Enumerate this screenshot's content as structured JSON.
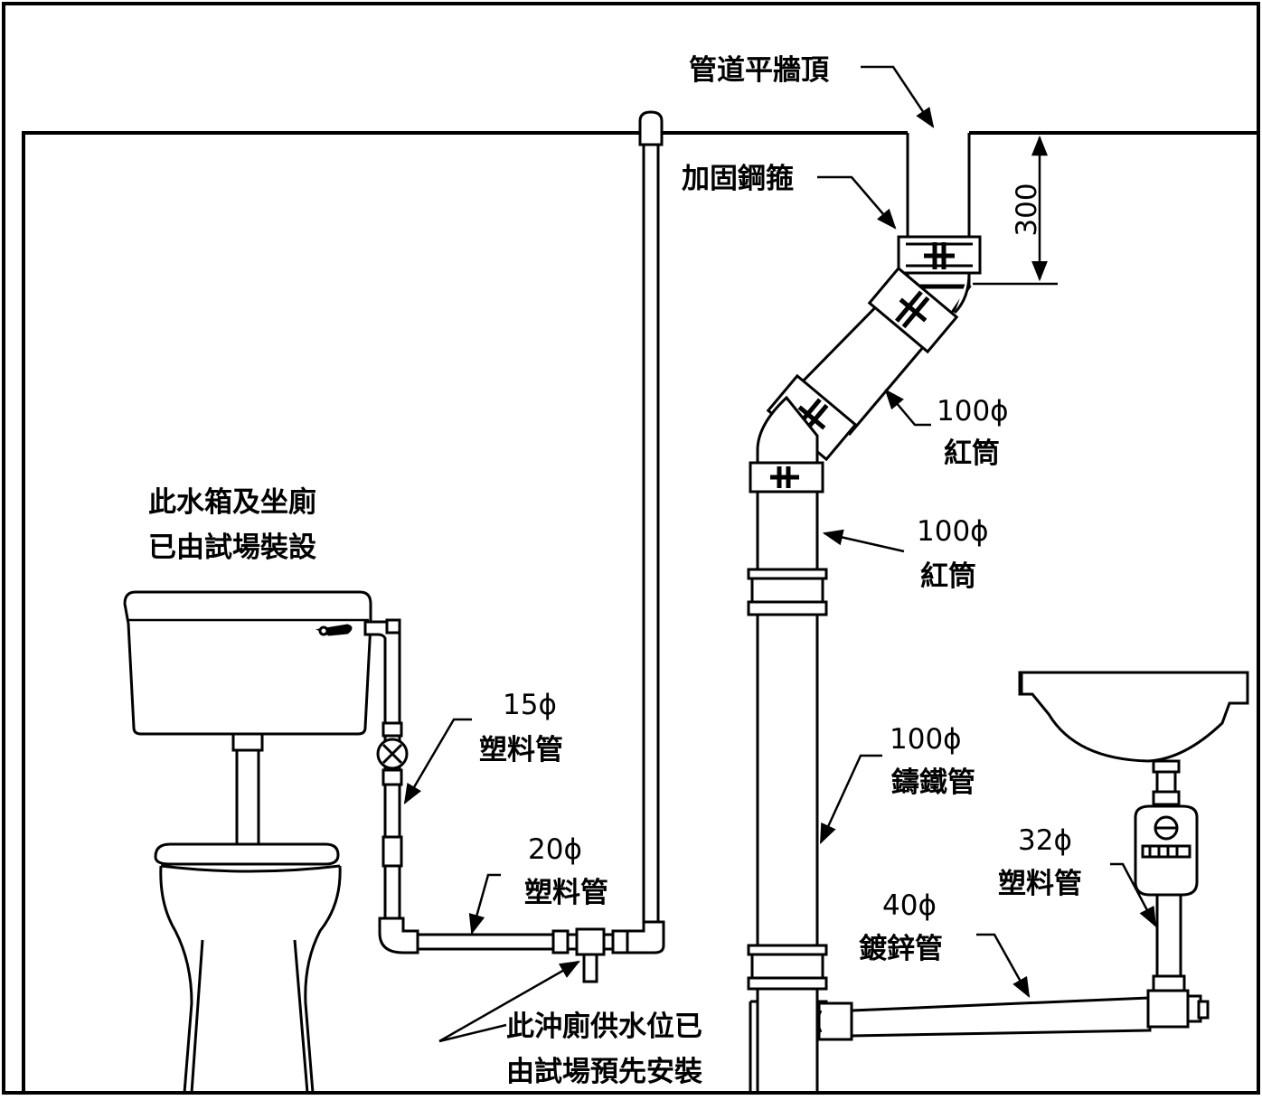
{
  "labels": {
    "wall_top": "管道平牆頂",
    "clamp": "加固鋼箍",
    "dim_300": "300",
    "red_pipe_upper_size": "100ϕ",
    "red_pipe_upper_name": "紅筒",
    "red_pipe_lower_size": "100ϕ",
    "red_pipe_lower_name": "紅筒",
    "cast_iron_size": "100ϕ",
    "cast_iron_name": "鑄鐵管",
    "cistern_line1": "此水箱及坐廁",
    "cistern_line2": "已由試場裝設",
    "plastic15_size": "15ϕ",
    "plastic15_name": "塑料管",
    "plastic20_size": "20ϕ",
    "plastic20_name": "塑料管",
    "plastic32_size": "32ϕ",
    "plastic32_name": "塑料管",
    "galv40_size": "40ϕ",
    "galv40_name": "鍍鋅管",
    "supply_line1": "此沖廁供水位已",
    "supply_line2": "由試場預先安裝"
  }
}
